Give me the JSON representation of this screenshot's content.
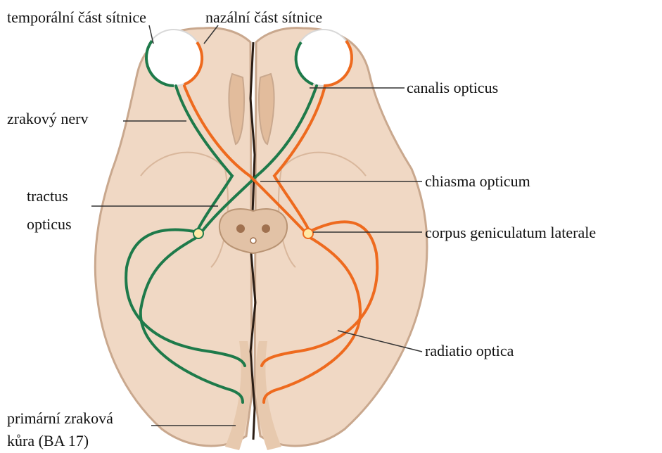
{
  "labels": {
    "temporal_retina": "temporální část sítnice",
    "nasal_retina": "nazální část sítnice",
    "canalis_opticus": "canalis opticus",
    "optic_nerve": "zrakový nerv",
    "chiasma": "chiasma opticum",
    "tractus_line1": "tractus",
    "tractus_line2": "opticus",
    "lgn": "corpus geniculatum laterale",
    "radiatio": "radiatio optica",
    "cortex_line1": "primární zraková",
    "cortex_line2": "kůra (BA 17)"
  },
  "colors": {
    "brain_fill": "#f0d8c4",
    "brain_outline": "#c9a88e",
    "inner_fill": "#e9cbb3",
    "green_pathway": "#1e7a4a",
    "orange_pathway": "#ee6a1e",
    "leader_line": "#333333"
  }
}
